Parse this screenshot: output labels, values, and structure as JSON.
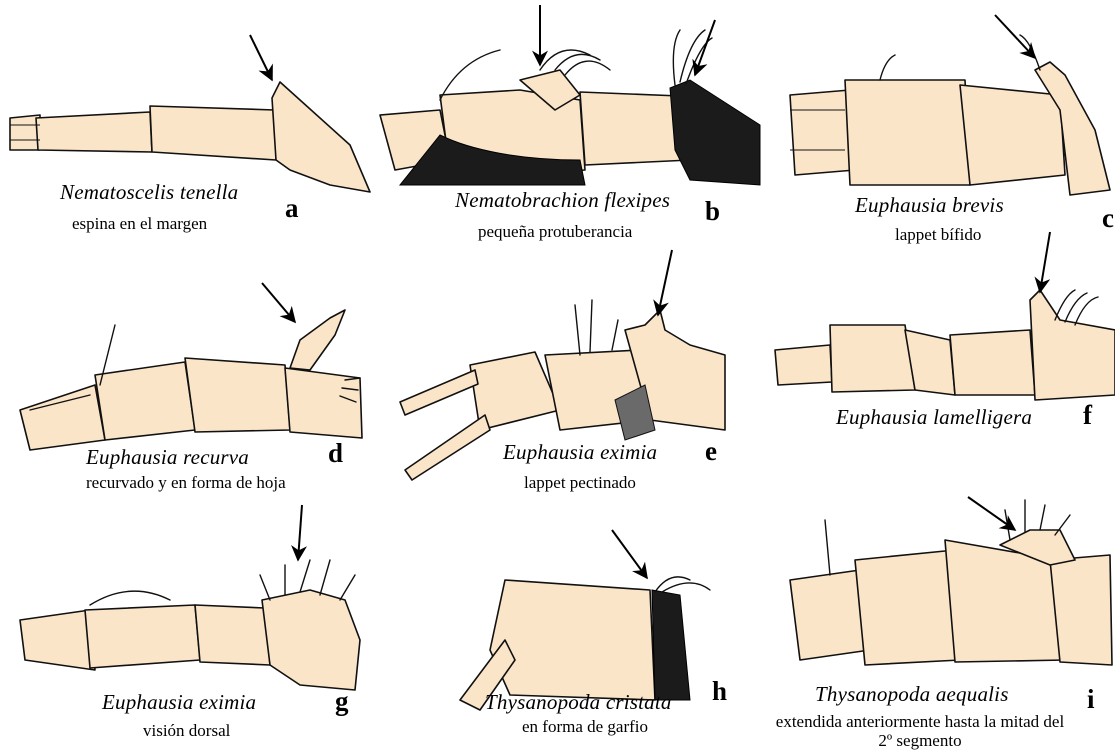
{
  "panels": [
    {
      "letter": "a",
      "species": "Nematoscelis tenella",
      "description": "espina en el margen"
    },
    {
      "letter": "b",
      "species": "Nematobrachion flexipes",
      "description": "pequeña protuberancia"
    },
    {
      "letter": "c",
      "species": "Euphausia brevis",
      "description": "lappet bífido"
    },
    {
      "letter": "d",
      "species": "Euphausia recurva",
      "description": "recurvado y en forma de hoja"
    },
    {
      "letter": "e",
      "species": "Euphausia eximia",
      "description": "lappet pectinado"
    },
    {
      "letter": "f",
      "species": "Euphausia lamelligera",
      "description": ""
    },
    {
      "letter": "g",
      "species": "Euphausia eximia",
      "description": "visión dorsal"
    },
    {
      "letter": "h",
      "species": "Thysanopoda cristata",
      "description": "en forma de garfio"
    },
    {
      "letter": "i",
      "species": "Thysanopoda aequalis",
      "description": "extendida anteriormente hasta la mitad del 2º segmento"
    }
  ],
  "colors": {
    "segment_fill": "#fbe5c8",
    "ink": "#000000"
  }
}
